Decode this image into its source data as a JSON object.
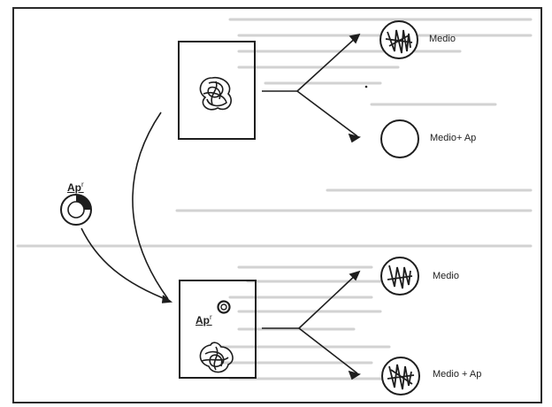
{
  "diagram": {
    "plasmid_label": "Ap",
    "plasmid_superscript": "r",
    "top_cell_label": "",
    "bottom_cell_label": "Ap",
    "bottom_cell_superscript": "r",
    "plates": {
      "top_medium": "Medio",
      "top_medium_ap": "Medio+ Ap",
      "bottom_medium": "Medio",
      "bottom_medium_ap": "Medio + Ap"
    },
    "colors": {
      "paper": "#ffffff",
      "ink": "#1e1e1e",
      "faded_text": "#b8b8b8"
    }
  }
}
